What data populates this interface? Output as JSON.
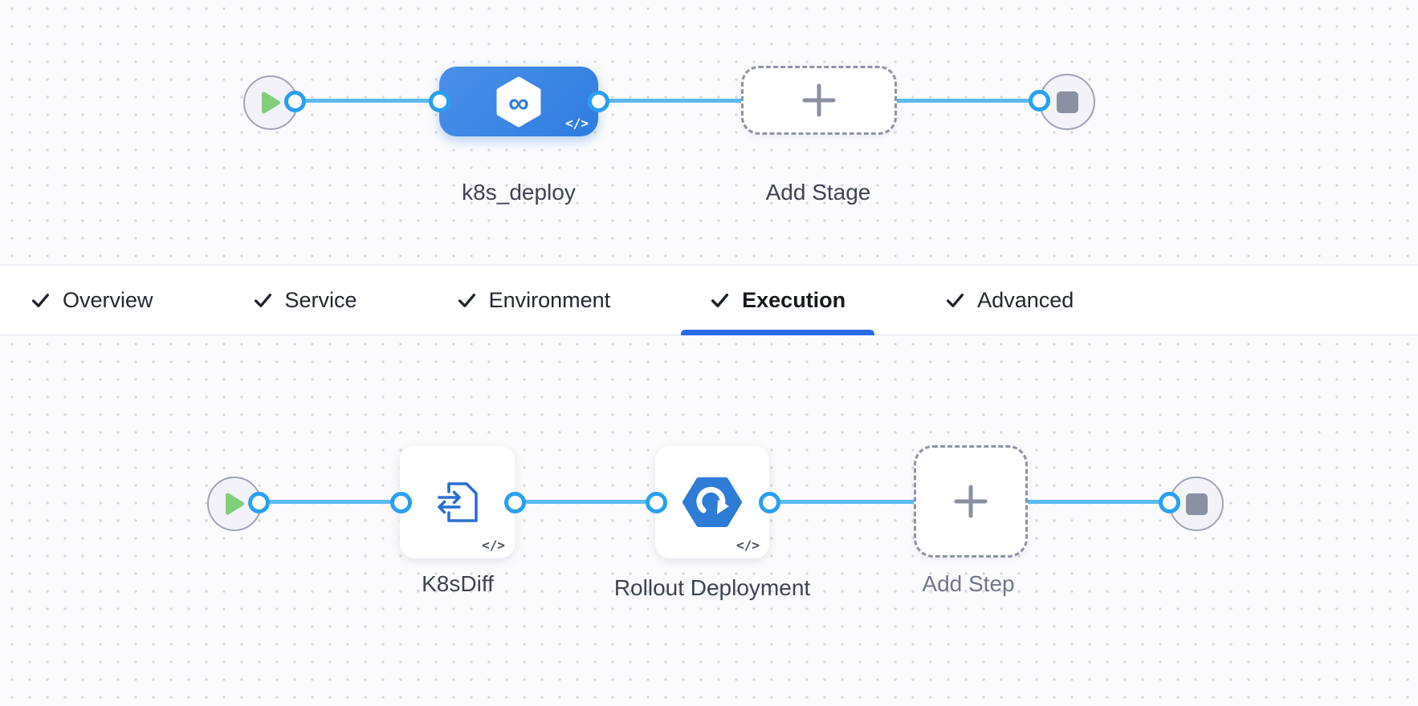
{
  "icons": {
    "code_badge": "</>",
    "infinity": "∞"
  },
  "colors": {
    "canvas_background": "#fbfbfd",
    "grid_dot": "#d7d9e0",
    "connector_blue": "#5bbaf2",
    "port_blue": "#29a0f2",
    "stage_node_blue": "#3583e4",
    "active_tab_underline": "#2b6be4",
    "play_green": "#83ce7a",
    "step_icon_blue": "#2a6fd4",
    "rollout_hexagon_blue": "#2e7cd6",
    "neutral_gray": "#8b90a3"
  },
  "stage_graph": {
    "stage_label": "k8s_deploy",
    "add_stage_label": "Add Stage"
  },
  "tabs": [
    {
      "label": "Overview",
      "checked": true,
      "active": false
    },
    {
      "label": "Service",
      "checked": true,
      "active": false
    },
    {
      "label": "Environment",
      "checked": true,
      "active": false
    },
    {
      "label": "Execution",
      "checked": true,
      "active": true
    },
    {
      "label": "Advanced",
      "checked": true,
      "active": false
    }
  ],
  "execution_graph": {
    "step1_label": "K8sDiff",
    "step2_label": "Rollout Deployment",
    "add_step_label": "Add Step"
  }
}
